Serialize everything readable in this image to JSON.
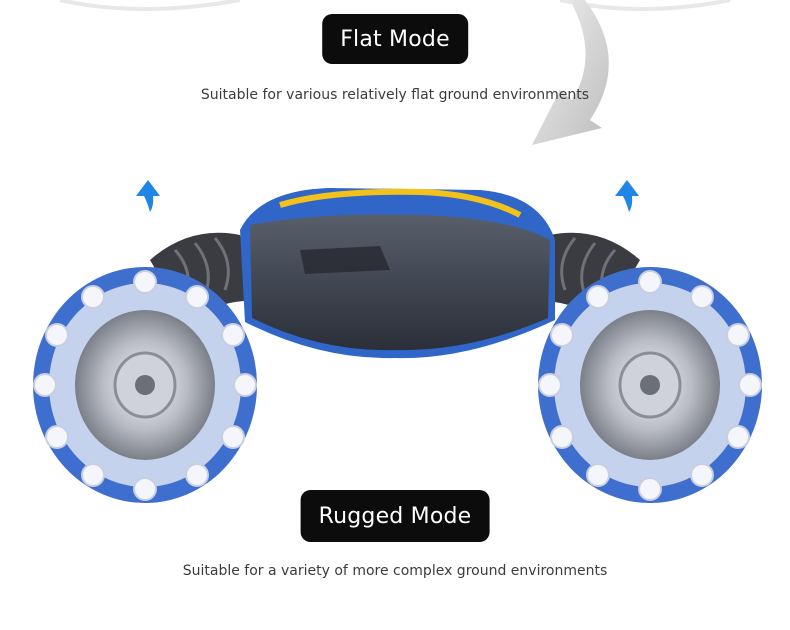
{
  "flat_mode": {
    "title": "Flat Mode",
    "description": "Suitable for various relatively flat ground environments"
  },
  "rugged_mode": {
    "title": "Rugged Mode",
    "description": "Suitable for a variety of more complex ground environments"
  },
  "colors": {
    "car_body": "#2f66c8",
    "car_accent": "#f2c21b",
    "arrow_blue": "#1f86e6",
    "pill_bg": "#0c0c0c"
  },
  "icons": [
    "curved-arrow-icon",
    "up-arrow-icon"
  ]
}
